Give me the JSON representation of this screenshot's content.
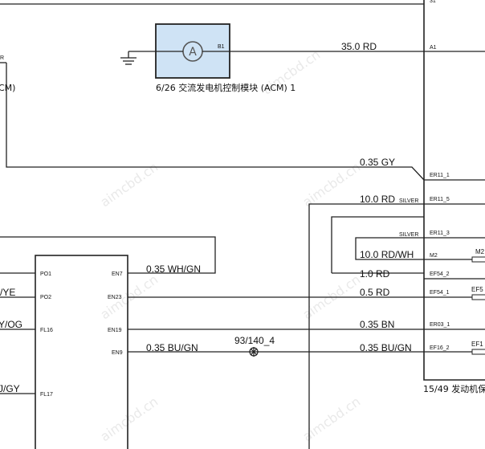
{
  "watermark": "aimcbd.cn",
  "acm": {
    "symbol": "A",
    "pin_b1": "B1",
    "caption": "6/26 交流发电机控制模块 (ACM) 1",
    "wire_to_right": "35.0 RD",
    "fill_color": "#cfe3f5"
  },
  "left_edge": {
    "frag_r": "R",
    "frag_cm": "CM)",
    "frag_ye": "/YE",
    "frag_og": "Y/OG",
    "frag_gy": "J/GY"
  },
  "left_connector": {
    "pins_left": [
      "PO1",
      "PO2",
      "FL16",
      "FL17"
    ],
    "pins_right": [
      "EN7",
      "EN23",
      "EN19",
      "EN9"
    ]
  },
  "mid_wires": {
    "en7": "0.35 WH/GN",
    "en9": "0.35 BU/GN",
    "splice": "93/140_4"
  },
  "right_module": {
    "caption": "15/49 发动机保",
    "pin_top": "31",
    "pins": [
      "A1",
      "ER11_1",
      "ER11_5",
      "ER11_3",
      "M2",
      "EF54_2",
      "EF54_1",
      "ER03_1",
      "EF16_2"
    ],
    "silver": "SILVER",
    "outside_labels": [
      "M2",
      "EF5",
      "EF1"
    ]
  },
  "right_wires": {
    "er11_1": "0.35 GY",
    "er11_5": "10.0 RD",
    "m2": "10.0 RD/WH",
    "ef54_2": "1.0 RD",
    "ef54_1": "0.5 RD",
    "er03_1": "0.35 BN",
    "ef16_2": "0.35 BU/GN"
  }
}
